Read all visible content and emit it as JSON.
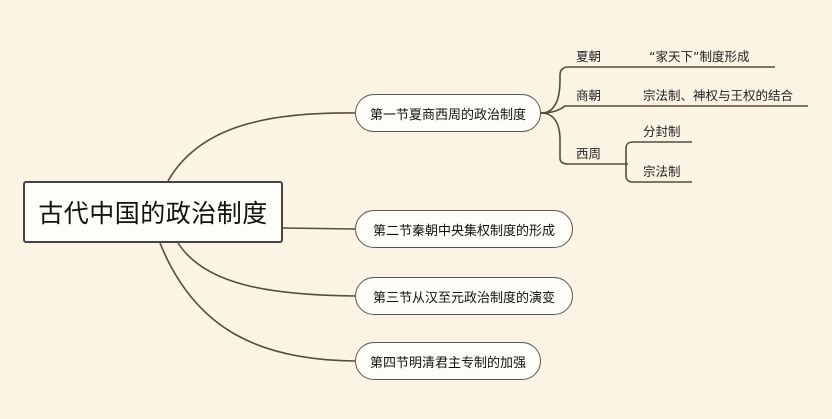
{
  "root": {
    "label": "古代中国的政治制度"
  },
  "sections": [
    {
      "label": "第一节夏商西周的政治制度"
    },
    {
      "label": "第二节秦朝中央集权制度的形成"
    },
    {
      "label": "第三节从汉至元政治制度的演变"
    },
    {
      "label": "第四节明清君主专制的加强"
    }
  ],
  "dynasties": [
    {
      "name": "夏朝",
      "details": [
        "“家天下”制度形成"
      ]
    },
    {
      "name": "商朝",
      "details": [
        "宗法制、神权与王权的结合"
      ]
    },
    {
      "name": "西周",
      "details": [
        "分封制",
        "宗法制"
      ]
    }
  ],
  "colors": {
    "background": "#fbf4e4",
    "line": "#5a4a3a",
    "node_fill": "#fffdf7"
  }
}
